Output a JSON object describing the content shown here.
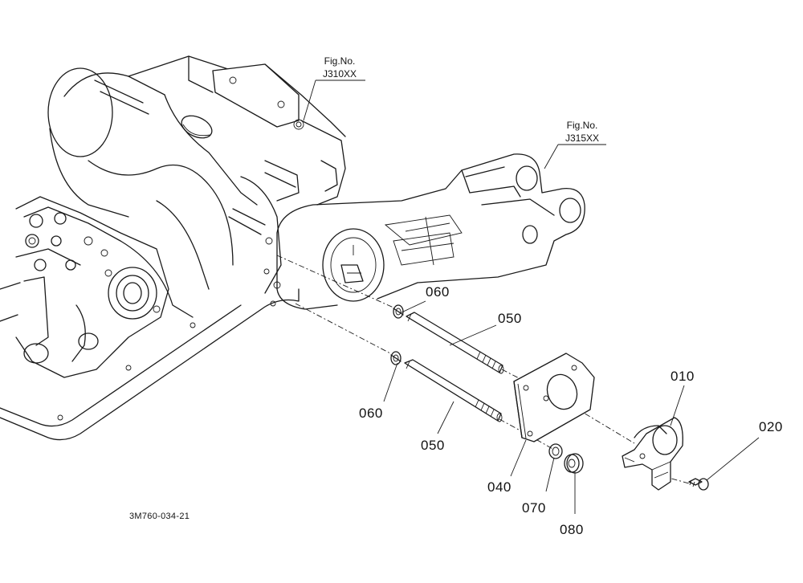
{
  "figure_refs": [
    {
      "line1": "Fig.No.",
      "line2": "J310XX"
    },
    {
      "line1": "Fig.No.",
      "line2": "J315XX"
    }
  ],
  "parts": [
    {
      "id": "p010",
      "number": "010"
    },
    {
      "id": "p020",
      "number": "020"
    },
    {
      "id": "p040",
      "number": "040"
    },
    {
      "id": "p050a",
      "number": "050"
    },
    {
      "id": "p050b",
      "number": "050"
    },
    {
      "id": "p060a",
      "number": "060"
    },
    {
      "id": "p060b",
      "number": "060"
    },
    {
      "id": "p070",
      "number": "070"
    },
    {
      "id": "p080",
      "number": "080"
    }
  ],
  "drawing_code": "3M760-034-21"
}
